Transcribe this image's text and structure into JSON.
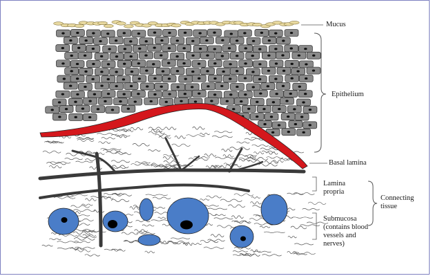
{
  "labels": {
    "mucus": "Mucus",
    "epithelium": "Epithelium",
    "basal_lamina": "Basal lamina",
    "lamina_propria": "Lamina\npropria",
    "submucosa": "Submucosa\n(contains blood\nvessels and\nnerves)",
    "connecting_tissue": "Connecting\ntissue"
  },
  "colors": {
    "mucus": "#e8d9a0",
    "epithelial_cell": "#8a8a8a",
    "nucleus": "#111111",
    "basal_lamina": "#d4171c",
    "nerve": "#3a3a3a",
    "blood_vessel": "#4a7dc8",
    "frame": "#7d7fc0"
  },
  "icons": {
    "brace_epithelium": "right-brace",
    "brace_connecting_tissue": "right-brace"
  }
}
